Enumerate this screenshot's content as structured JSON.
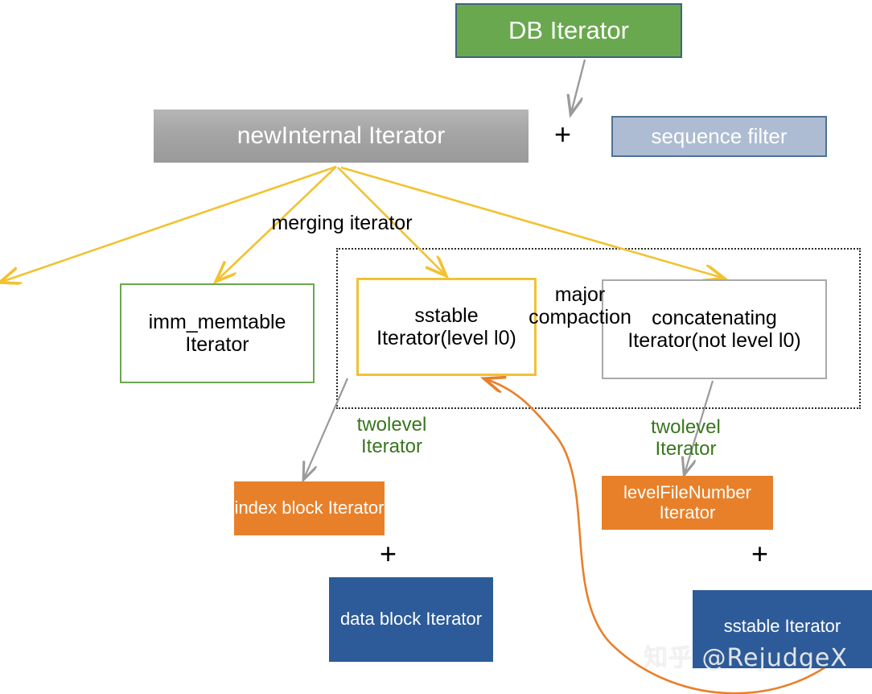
{
  "diagram": {
    "title": "LevelDB DB Iterator composition diagram",
    "boxes": {
      "db_iterator": {
        "label": "DB Iterator",
        "fill": "#6aa84f",
        "border": "#3d6580",
        "text_color": "#ffffff"
      },
      "new_internal_iterator": {
        "label": "newInternal Iterator",
        "fill": "#a5a5a5",
        "text_color": "#ffffff"
      },
      "sequence_filter": {
        "label": "sequence filter",
        "fill": "#adbcd2",
        "border": "#4f7296",
        "text_color": "#ffffff"
      },
      "imm_memtable_iterator": {
        "label": "imm_memtable Iterator",
        "fill": "#ffffff",
        "border": "#6aa84f",
        "text_color": "#000000"
      },
      "sstable_iterator_l0": {
        "label": "sstable Iterator(level l0)",
        "fill": "#ffffff",
        "border": "#f1c232",
        "text_color": "#000000"
      },
      "concatenating_iterator": {
        "label": "concatenating Iterator(not level l0)",
        "fill": "#ffffff",
        "border": "#a9a9a9",
        "text_color": "#000000"
      },
      "index_block_iterator": {
        "label": "index block Iterator",
        "fill": "#e8802a",
        "text_color": "#ffffff"
      },
      "level_file_number_iterator": {
        "label": "levelFileNumber Iterator",
        "fill": "#e8802a",
        "text_color": "#ffffff"
      },
      "data_block_iterator": {
        "label": "data block Iterator",
        "fill": "#2d5b99",
        "text_color": "#ffffff"
      },
      "sstable_iterator_bottom": {
        "label": "sstable Iterator",
        "fill": "#2d5b99",
        "text_color": "#ffffff"
      }
    },
    "labels": {
      "merging_iterator": "merging iterator",
      "major_compaction": "major\ncompaction",
      "twolevel_iterator_left": "twolevel\nIterator",
      "twolevel_iterator_right": "twolevel\nIterator",
      "plus_top": "+",
      "plus_left": "+",
      "plus_right": "+"
    },
    "watermark": "知乎 @RejudgeX",
    "colors": {
      "yellow_arrow": "#f1c232",
      "gray_arrow": "#9a9a9a",
      "orange_arrow": "#e8802a",
      "dotted_region_border": "#2b2b2b",
      "green_label": "#38761d"
    },
    "connectors": [
      {
        "name": "db-to-newinternal",
        "from": "db_iterator",
        "to": "new_internal_iterator",
        "color": "#9a9a9a",
        "style": "straight"
      },
      {
        "name": "merge-to-offscreen-left",
        "from": "new_internal_iterator",
        "to": "offscreen-left",
        "color": "#f1c232",
        "style": "straight"
      },
      {
        "name": "merge-to-imm-memtable",
        "from": "new_internal_iterator",
        "to": "imm_memtable_iterator",
        "color": "#f1c232",
        "style": "straight"
      },
      {
        "name": "merge-to-sstable-l0",
        "from": "new_internal_iterator",
        "to": "sstable_iterator_l0",
        "color": "#f1c232",
        "style": "straight"
      },
      {
        "name": "merge-to-concatenating",
        "from": "new_internal_iterator",
        "to": "concatenating_iterator",
        "color": "#f1c232",
        "style": "straight"
      },
      {
        "name": "sstable-l0-to-index-block",
        "from": "sstable_iterator_l0",
        "to": "index_block_iterator",
        "color": "#9a9a9a",
        "style": "straight"
      },
      {
        "name": "concatenating-to-levelfilenumber",
        "from": "concatenating_iterator",
        "to": "level_file_number_iterator",
        "color": "#9a9a9a",
        "style": "straight"
      },
      {
        "name": "sstable-bottom-to-sstable-l0",
        "from": "sstable_iterator_bottom",
        "to": "sstable_iterator_l0",
        "color": "#e8802a",
        "style": "curved"
      }
    ]
  }
}
